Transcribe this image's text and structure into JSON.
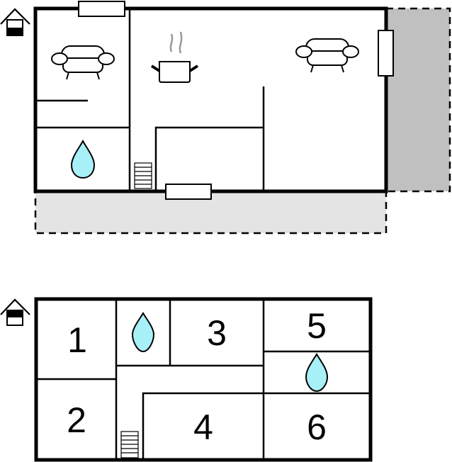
{
  "colors": {
    "wall": "#000000",
    "terrace_right": "#c0c0c0",
    "terrace_bottom": "#e4e4e4",
    "water_drop": "#a8f0f8",
    "steam": "#999999",
    "background": "#ffffff"
  },
  "ground_floor": {
    "floor_icon": "house-ground-floor-icon",
    "rooms": [
      {
        "id": "living-left",
        "icon": "armchair-icon"
      },
      {
        "id": "bathroom",
        "icon": "water-drop-icon"
      },
      {
        "id": "kitchen",
        "icon": "cooking-pot-icon"
      },
      {
        "id": "living-right",
        "icon": "armchair-icon"
      }
    ],
    "features": [
      "staircase-icon",
      "window-top",
      "window-right",
      "window-bottom",
      "terrace-right",
      "terrace-bottom"
    ]
  },
  "upper_floor": {
    "floor_icon": "house-upper-floor-icon",
    "rooms": [
      {
        "label": "1"
      },
      {
        "label": "2"
      },
      {
        "label": "3"
      },
      {
        "label": "4"
      },
      {
        "label": "5"
      },
      {
        "label": "6"
      }
    ],
    "bathrooms": [
      "water-drop-icon",
      "water-drop-icon"
    ],
    "features": [
      "staircase-icon"
    ]
  }
}
